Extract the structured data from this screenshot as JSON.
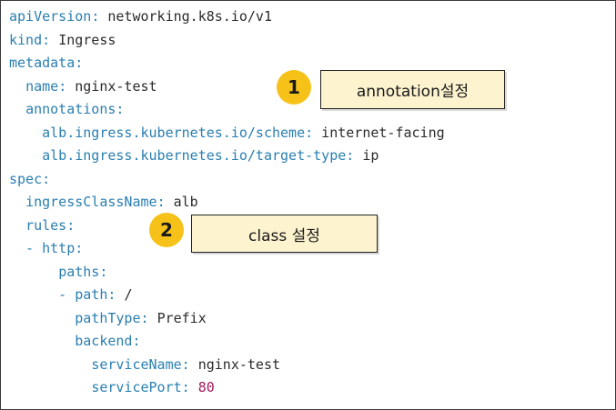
{
  "yaml_lines": [
    {
      "indent": "",
      "key": "apiVersion",
      "value": "networking.k8s.io/v1"
    },
    {
      "indent": "",
      "key": "kind",
      "value": "Ingress"
    },
    {
      "indent": "",
      "key": "metadata",
      "value": ""
    },
    {
      "indent": "  ",
      "key": "name",
      "value": "nginx-test"
    },
    {
      "indent": "  ",
      "key": "annotations",
      "value": ""
    },
    {
      "indent": "    ",
      "key": "alb.ingress.kubernetes.io/scheme",
      "value": "internet-facing"
    },
    {
      "indent": "    ",
      "key": "alb.ingress.kubernetes.io/target-type",
      "value": "ip"
    },
    {
      "indent": "",
      "key": "spec",
      "value": ""
    },
    {
      "indent": "  ",
      "key": "ingressClassName",
      "value": "alb"
    },
    {
      "indent": "  ",
      "key": "rules",
      "value": ""
    },
    {
      "indent": "  - ",
      "key": "http",
      "value": ""
    },
    {
      "indent": "      ",
      "key": "paths",
      "value": ""
    },
    {
      "indent": "      - ",
      "key": "path",
      "value": "/"
    },
    {
      "indent": "        ",
      "key": "pathType",
      "value": "Prefix"
    },
    {
      "indent": "        ",
      "key": "backend",
      "value": ""
    },
    {
      "indent": "          ",
      "key": "serviceName",
      "value": "nginx-test"
    },
    {
      "indent": "          ",
      "key": "servicePort",
      "value": "80",
      "numeric": true
    }
  ],
  "callouts": {
    "annotation": {
      "number": "1",
      "text": "annotation설정"
    },
    "class": {
      "number": "2",
      "text": "class 설정"
    }
  },
  "colors": {
    "key": "#2a7fb1",
    "number": "#a11a5c",
    "callout_bg": "#fdf3cf",
    "badge": "#f6c21a"
  }
}
